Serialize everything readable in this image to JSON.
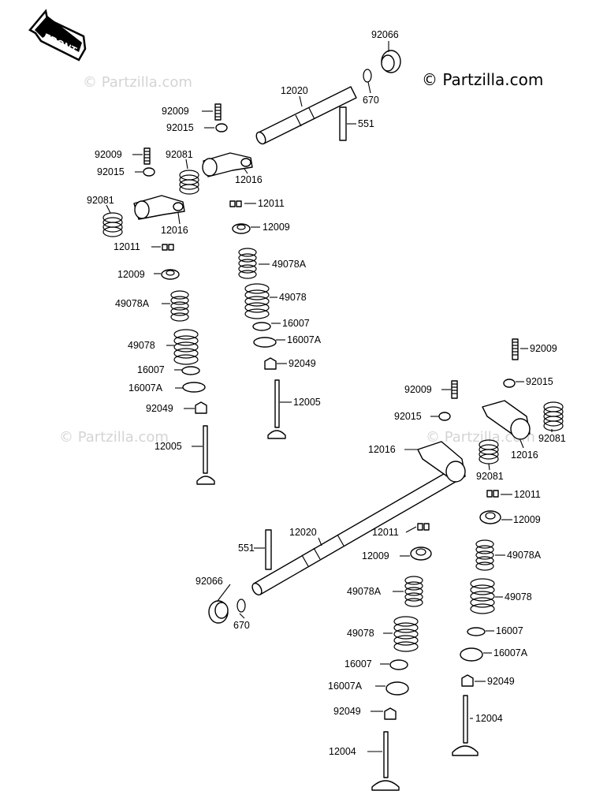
{
  "copyright": "© Partzilla.com",
  "watermark": "© Partzilla.com",
  "front_arrow": {
    "label": "FRONT",
    "icon": "front-arrow-icon"
  },
  "callouts": {
    "c_92066_a": "92066",
    "c_670_a": "670",
    "c_12020_a": "12020",
    "c_551_a": "551",
    "c_92009_a": "92009",
    "c_92015_a": "92015",
    "c_92009_b": "92009",
    "c_92081_a": "92081",
    "c_92015_b": "92015",
    "c_12016_a": "12016",
    "c_92081_b": "92081",
    "c_12016_b": "12016",
    "c_12011_a": "12011",
    "c_12009_a": "12009",
    "c_12011_b": "12011",
    "c_49078A_a": "49078A",
    "c_12009_b": "12009",
    "c_49078_a": "49078",
    "c_49078A_b": "49078A",
    "c_16007_a": "16007",
    "c_16007A_a": "16007A",
    "c_49078_b": "49078",
    "c_92049_a": "92049",
    "c_16007_b": "16007",
    "c_16007A_b": "16007A",
    "c_12005_a": "12005",
    "c_92049_b": "92049",
    "c_12005_b": "12005",
    "c_92009_c": "92009",
    "c_92015_c": "92015",
    "c_92009_d": "92009",
    "c_92015_d": "92015",
    "c_92081_c": "92081",
    "c_12016_c": "12016",
    "c_12016_d": "12016",
    "c_92081_d": "92081",
    "c_12011_c": "12011",
    "c_12009_c": "12009",
    "c_12020_b": "12020",
    "c_12011_d": "12011",
    "c_551_b": "551",
    "c_12009_d": "12009",
    "c_49078A_c": "49078A",
    "c_92066_b": "92066",
    "c_49078A_d": "49078A",
    "c_49078_c": "49078",
    "c_670_b": "670",
    "c_49078_d": "49078",
    "c_16007_c": "16007",
    "c_16007A_c": "16007A",
    "c_16007_d": "16007",
    "c_16007A_d": "16007A",
    "c_92049_c": "92049",
    "c_92049_d": "92049",
    "c_12004_a": "12004",
    "c_12004_b": "12004"
  }
}
